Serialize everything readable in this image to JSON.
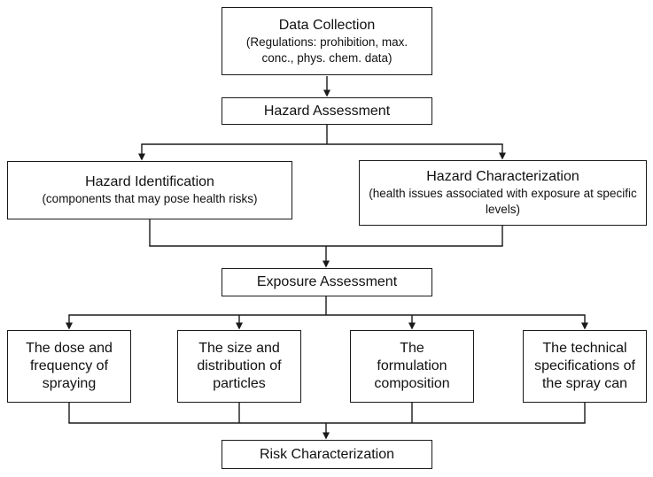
{
  "diagram": {
    "type": "flowchart",
    "colors": {
      "background": "#ffffff",
      "box_border": "#1a1a1a",
      "line": "#1a1a1a",
      "text": "#111111"
    },
    "nodes": {
      "data_collection": {
        "label": "Data Collection",
        "sublabel": "(Regulations: prohibition, max. conc., phys. chem. data)"
      },
      "hazard_assessment": {
        "label": "Hazard Assessment"
      },
      "hazard_identification": {
        "label": "Hazard Identification",
        "sublabel": "(components that may pose health risks)"
      },
      "hazard_characterization": {
        "label": "Hazard Characterization",
        "sublabel": "(health issues associated with exposure at specific levels)"
      },
      "exposure_assessment": {
        "label": "Exposure Assessment"
      },
      "dose_frequency": {
        "label": "The dose and frequency of spraying"
      },
      "size_distribution": {
        "label": "The size and distribution of particles"
      },
      "formulation_composition": {
        "label": "The formulation composition"
      },
      "technical_specifications": {
        "label": "The technical specifications of the spray can"
      },
      "risk_characterization": {
        "label": "Risk Characterization"
      }
    },
    "edges": [
      {
        "from": "data_collection",
        "to": "hazard_assessment"
      },
      {
        "from": "hazard_assessment",
        "to": "hazard_identification"
      },
      {
        "from": "hazard_assessment",
        "to": "hazard_characterization"
      },
      {
        "from": "hazard_identification",
        "to": "exposure_assessment"
      },
      {
        "from": "hazard_characterization",
        "to": "exposure_assessment"
      },
      {
        "from": "exposure_assessment",
        "to": "dose_frequency"
      },
      {
        "from": "exposure_assessment",
        "to": "size_distribution"
      },
      {
        "from": "exposure_assessment",
        "to": "formulation_composition"
      },
      {
        "from": "exposure_assessment",
        "to": "technical_specifications"
      },
      {
        "from": "dose_frequency",
        "to": "risk_characterization"
      },
      {
        "from": "size_distribution",
        "to": "risk_characterization"
      },
      {
        "from": "formulation_composition",
        "to": "risk_characterization"
      },
      {
        "from": "technical_specifications",
        "to": "risk_characterization"
      }
    ]
  }
}
